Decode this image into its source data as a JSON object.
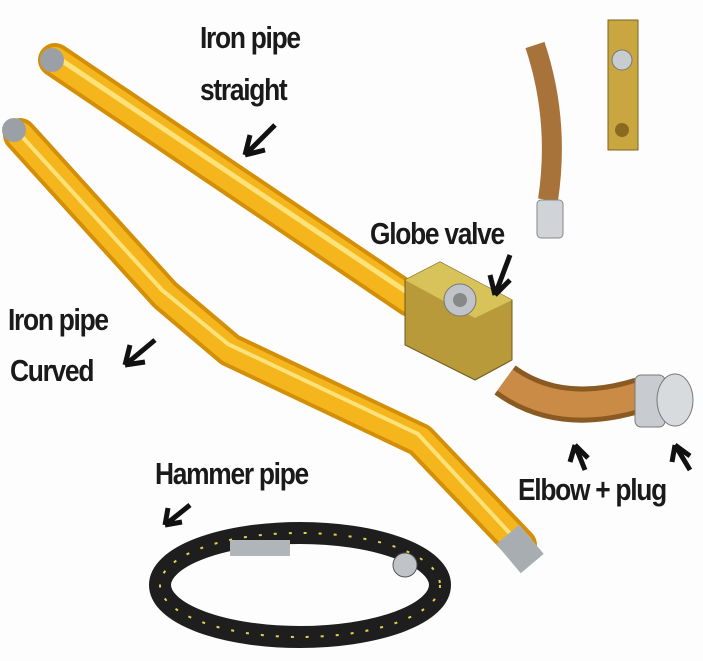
{
  "labels": {
    "iron_pipe_straight_line1": "Iron pipe",
    "iron_pipe_straight_line2": "straight",
    "globe_valve": "Globe valve",
    "iron_pipe_curved_line1": "Iron pipe",
    "iron_pipe_curved_line2": "Curved",
    "hammer_pipe": "Hammer pipe",
    "elbow_plug": "Elbow + plug"
  },
  "colors": {
    "pipe": "#f5b51c",
    "pipe_shade": "#d48f08",
    "brass": "#b8863a",
    "hose": "#1e1e1e",
    "steel": "#c8ccd0"
  }
}
